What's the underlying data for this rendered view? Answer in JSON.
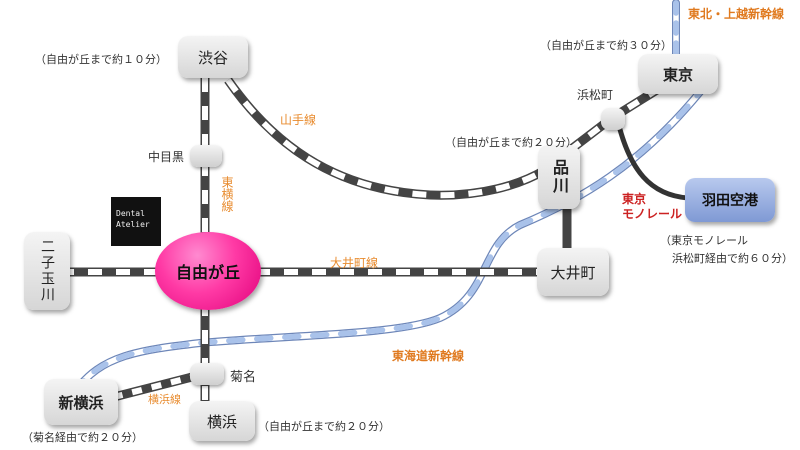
{
  "stations": {
    "shibuya": "渋谷",
    "tokyo": "東京",
    "hamamatsucho": "浜松町",
    "shinagawa": "品川",
    "haneda": "羽田空港",
    "nakameguro": "中目黒",
    "jiyugaoka": "自由が丘",
    "futakotamagawa": "二子玉川",
    "oimachi": "大井町",
    "kikuna": "菊名",
    "shinyokohama": "新横浜",
    "yokohama": "横浜"
  },
  "lines": {
    "yamanote": "山手線",
    "toyoko": "東横線",
    "oimachi": "大井町線",
    "tokaido_shinkansen": "東海道新幹線",
    "yokohama": "横浜線",
    "monorail": "東京\nモノレール",
    "tohoku_joetsu_shinkansen": "東北・上越新幹線"
  },
  "notes": {
    "shibuya": "（自由が丘まで約１０分）",
    "tokyo": "（自由が丘まで約３０分）",
    "shinagawa": "（自由が丘まで約２０分）",
    "haneda_line1": "（東京モノレール",
    "haneda_line2": "浜松町経由で約６０分）",
    "yokohama": "（自由が丘まで約２０分）",
    "shinyokohama": "（菊名経由で約２０分）"
  },
  "logo": {
    "line1": "Dental",
    "line2": "Atelier"
  },
  "colors": {
    "jr_rail": "#555555",
    "shinkansen": "#8fb0e0",
    "hub_station": "#ff3aa5",
    "airport": "#8fa6dc",
    "monorail_label": "#cc2222",
    "line_label": "#e88b2e"
  }
}
